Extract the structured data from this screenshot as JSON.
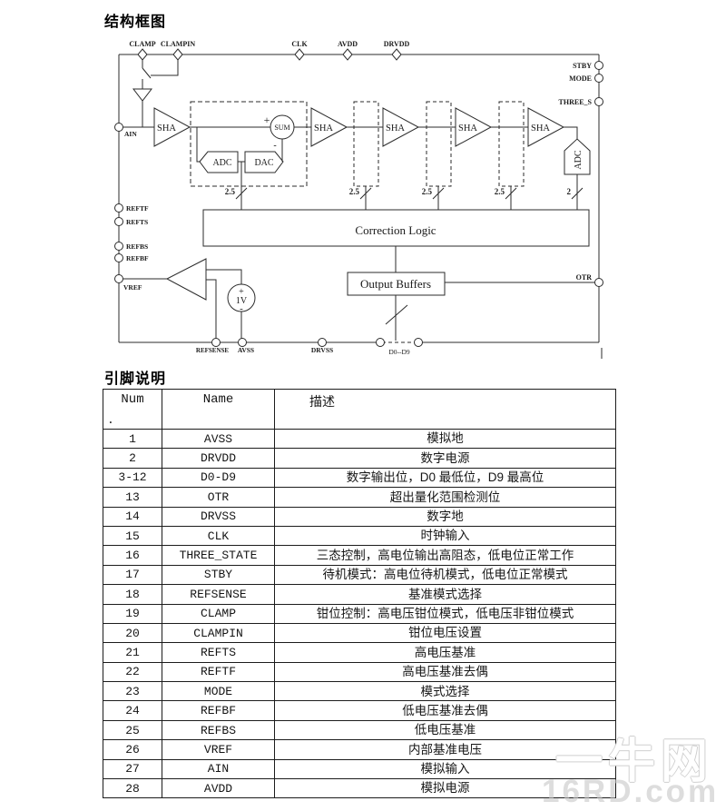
{
  "page": {
    "title_block_diagram": "结构框图",
    "title_pin_desc": "引脚说明"
  },
  "diagram": {
    "top_pins": [
      "CLAMP",
      "CLAMPIN",
      "CLK",
      "AVDD",
      "DRVDD"
    ],
    "right_pins": [
      "STBY",
      "MODE",
      "THREE_S",
      "OTR"
    ],
    "left_pins": [
      "AIN",
      "REFTF",
      "REFTS",
      "REFBS",
      "REFBF",
      "VREF"
    ],
    "bottom_pins": [
      "REFSENSE",
      "AVSS",
      "DRVSS",
      "D0--D9"
    ],
    "blocks": {
      "sha": "SHA",
      "adc": "ADC",
      "dac": "DAC",
      "sum": "SUM",
      "final_adc": "ADC",
      "correction_logic": "Correction Logic",
      "output_buffers": "Output Buffers",
      "ref_voltage": "1V",
      "plus": "+",
      "minus": "-"
    },
    "bus_labels": {
      "stage_bits": "2.5",
      "adc_bits": "2"
    }
  },
  "pin_table": {
    "headers": {
      "num": "Num",
      "name": "Name",
      "desc": "描述",
      "num_dot": "."
    },
    "rows": [
      {
        "num": "1",
        "name": "AVSS",
        "desc": "模拟地"
      },
      {
        "num": "2",
        "name": "DRVDD",
        "desc": "数字电源"
      },
      {
        "num": "3-12",
        "name": "D0-D9",
        "desc": "数字输出位，D0 最低位，D9 最高位"
      },
      {
        "num": "13",
        "name": "OTR",
        "desc": "超出量化范围检测位"
      },
      {
        "num": "14",
        "name": "DRVSS",
        "desc": "数字地"
      },
      {
        "num": "15",
        "name": "CLK",
        "desc": "时钟输入"
      },
      {
        "num": "16",
        "name": "THREE_STATE",
        "desc": "三态控制，高电位输出高阻态，低电位正常工作"
      },
      {
        "num": "17",
        "name": "STBY",
        "desc": "待机模式：高电位待机模式，低电位正常模式"
      },
      {
        "num": "18",
        "name": "REFSENSE",
        "desc": "基准模式选择"
      },
      {
        "num": "19",
        "name": "CLAMP",
        "desc": "钳位控制：高电压钳位模式，低电压非钳位模式"
      },
      {
        "num": "20",
        "name": "CLAMPIN",
        "desc": "钳位电压设置"
      },
      {
        "num": "21",
        "name": "REFTS",
        "desc": "高电压基准"
      },
      {
        "num": "22",
        "name": "REFTF",
        "desc": "高电压基准去偶"
      },
      {
        "num": "23",
        "name": "MODE",
        "desc": "模式选择"
      },
      {
        "num": "24",
        "name": "REFBF",
        "desc": "低电压基准去偶"
      },
      {
        "num": "25",
        "name": "REFBS",
        "desc": "低电压基准"
      },
      {
        "num": "26",
        "name": "VREF",
        "desc": "内部基准电压"
      },
      {
        "num": "27",
        "name": "AIN",
        "desc": "模拟输入"
      },
      {
        "num": "28",
        "name": "AVDD",
        "desc": "模拟电源"
      }
    ]
  },
  "watermark": {
    "line1": "一牛网",
    "line2": "16RD.com"
  }
}
